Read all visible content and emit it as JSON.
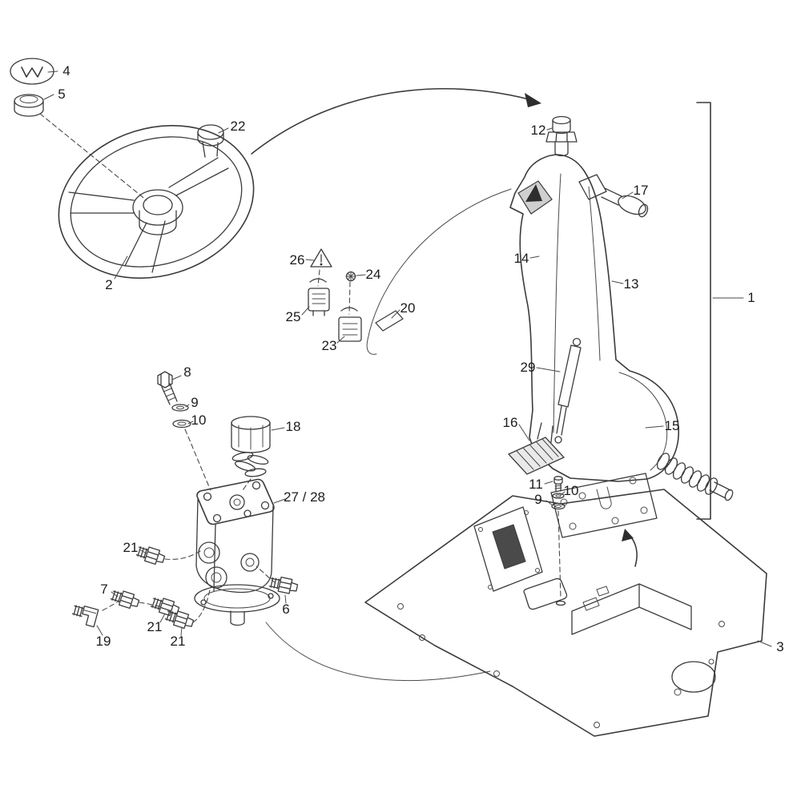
{
  "diagram": {
    "type": "exploded-parts-diagram",
    "subject": "steering wheel, steering column and hydraulic steering unit assembly",
    "colors": {
      "background": "#ffffff",
      "line": "#3b3b3b",
      "label_text": "#1c1c1c",
      "dark_fill": "#2e2e2e"
    },
    "icons": {
      "brand_logo_cap": "W-monogram",
      "warning_triangle": "hazard-triangle",
      "assembly_arrow": "curved-direction-arrow"
    },
    "labels": [
      {
        "text": "4"
      },
      {
        "text": "5"
      },
      {
        "text": "22"
      },
      {
        "text": "2"
      },
      {
        "text": "26"
      },
      {
        "text": "24"
      },
      {
        "text": "25"
      },
      {
        "text": "20"
      },
      {
        "text": "23"
      },
      {
        "text": "12"
      },
      {
        "text": "17"
      },
      {
        "text": "14"
      },
      {
        "text": "13"
      },
      {
        "text": "1"
      },
      {
        "text": "29"
      },
      {
        "text": "16"
      },
      {
        "text": "15"
      },
      {
        "text": "11"
      },
      {
        "text": "10"
      },
      {
        "text": "9"
      },
      {
        "text": "8"
      },
      {
        "text": "9"
      },
      {
        "text": "10"
      },
      {
        "text": "18"
      },
      {
        "text": "27 / 28"
      },
      {
        "text": "21"
      },
      {
        "text": "7"
      },
      {
        "text": "21"
      },
      {
        "text": "21"
      },
      {
        "text": "19"
      },
      {
        "text": "6"
      },
      {
        "text": "3"
      }
    ]
  }
}
